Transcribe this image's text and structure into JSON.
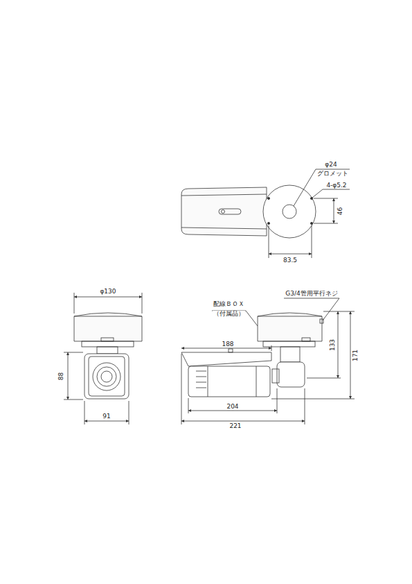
{
  "diagram": {
    "labels": [
      "φ24",
      "グロメット",
      "4-φ5.2",
      "46",
      "83.5",
      "φ130",
      "88",
      "91",
      "配線ＢＯＸ",
      "（付属品）",
      "G3/4管用平行ネジ",
      "188",
      "133",
      "171",
      "204",
      "221"
    ]
  }
}
